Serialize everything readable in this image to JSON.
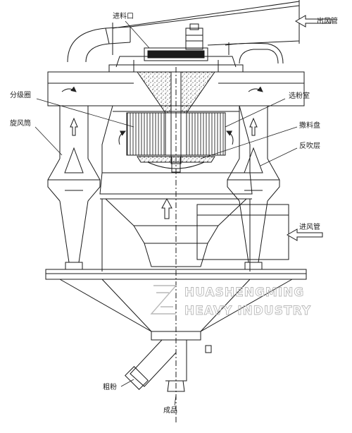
{
  "labels": {
    "feed_inlet": "进料口",
    "air_outlet_pipe": "出风管",
    "classifier_ring": "分级圈",
    "cyclone_tube": "旋风筒",
    "powder_chamber": "选粉室",
    "spreading_plate": "撒料盘",
    "back_blow_layer": "反吹层",
    "air_inlet_pipe": "进风管",
    "coarse_powder": "粗粉",
    "finished_product": "成品"
  },
  "watermark": {
    "line1": "HUASHENGMING",
    "line2": "HEAVY INDUSTRY"
  },
  "colors": {
    "ink": "#1a1a1a",
    "label": "#222222",
    "watermark": "#b9b9b9",
    "background": "#ffffff"
  }
}
